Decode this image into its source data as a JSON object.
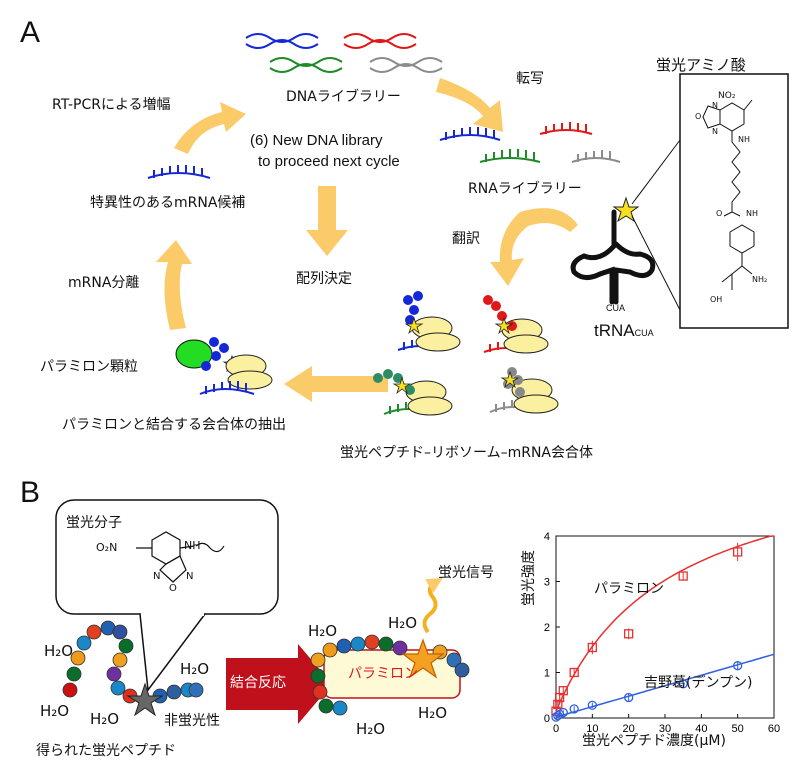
{
  "panel_a": {
    "label": "A",
    "dna_library": "DNAライブラリー",
    "transcription": "転写",
    "fluor_amino_acid": "蛍光アミノ酸",
    "rt_pcr": "RT-PCRによる増幅",
    "new_library_line1": "(6) New DNA library",
    "new_library_line2": "to proceed next cycle",
    "rna_library": "RNAライブラリー",
    "specific_mrna": "特異性のあるmRNA候補",
    "translation": "翻訳",
    "mrna_separation": "mRNA分離",
    "sequencing": "配列決定",
    "paramylon_granule": "パラミロン顆粒",
    "trna_main": "tRNA",
    "trna_sub": "CUA",
    "trna_anticodon": "CUA",
    "binding_extract": "パラミロンと結合する会合体の抽出",
    "complex": "蛍光ペプチド–リボソーム–mRNA会合体",
    "molecule_labels": {
      "no2": "NO₂",
      "n": "N",
      "o": "O",
      "nh": "NH",
      "o2": "O",
      "nh2": "NH₂",
      "oh": "OH",
      "ho_n": "N"
    }
  },
  "panel_b": {
    "label": "B",
    "fluor_molecule": "蛍光分子",
    "o2n": "O₂N",
    "nh": "NH",
    "ring_n1": "N",
    "ring_o": "O",
    "ring_n2": "N",
    "binding_reaction": "結合反応",
    "fluor_signal": "蛍光信号",
    "paramylon_box": "パラミロン",
    "non_fluorescent": "非蛍光性",
    "obtained_peptide": "得られた蛍光ペプチド",
    "water": "H₂O"
  },
  "colors": {
    "arrow": "#FBCB6A",
    "dna_blue": "#1428D8",
    "dna_red": "#E01818",
    "dna_green": "#1E8A28",
    "dna_gray": "#8C8C8C",
    "ribosome": "#FAF0A0",
    "paramylon_curve": "#E83030",
    "dextran_curve": "#3060E0",
    "big_arrow": "#C0101C"
  },
  "chart_data": {
    "type": "scatter",
    "xlabel": "蛍光ペプチド濃度(μM)",
    "ylabel": "蛍光強度",
    "xlim": [
      0,
      60
    ],
    "ylim": [
      0,
      4
    ],
    "xticks": [
      "0",
      "10",
      "20",
      "30",
      "40",
      "50",
      "60"
    ],
    "yticks": [
      "0",
      "1",
      "2",
      "3",
      "4"
    ],
    "series": [
      {
        "name": "パラミロン",
        "marker": "square",
        "color": "#E83030",
        "x": [
          0,
          0.5,
          1,
          2,
          5,
          10,
          20,
          35,
          50
        ],
        "y": [
          0.15,
          0.3,
          0.45,
          0.6,
          1.0,
          1.55,
          1.85,
          3.12,
          3.65
        ],
        "err": [
          0.08,
          0.08,
          0.1,
          0.1,
          0.1,
          0.15,
          0.12,
          0.1,
          0.2
        ]
      },
      {
        "name": "吉野葛(デンプン)",
        "marker": "circle",
        "color": "#3060E0",
        "x": [
          0,
          0.5,
          1,
          2,
          5,
          10,
          20,
          35,
          50
        ],
        "y": [
          0.02,
          0.05,
          0.08,
          0.12,
          0.2,
          0.28,
          0.45,
          0.75,
          1.15
        ],
        "err": [
          0.05,
          0.05,
          0.05,
          0.05,
          0.06,
          0.06,
          0.08,
          0.08,
          0.1
        ]
      }
    ]
  }
}
